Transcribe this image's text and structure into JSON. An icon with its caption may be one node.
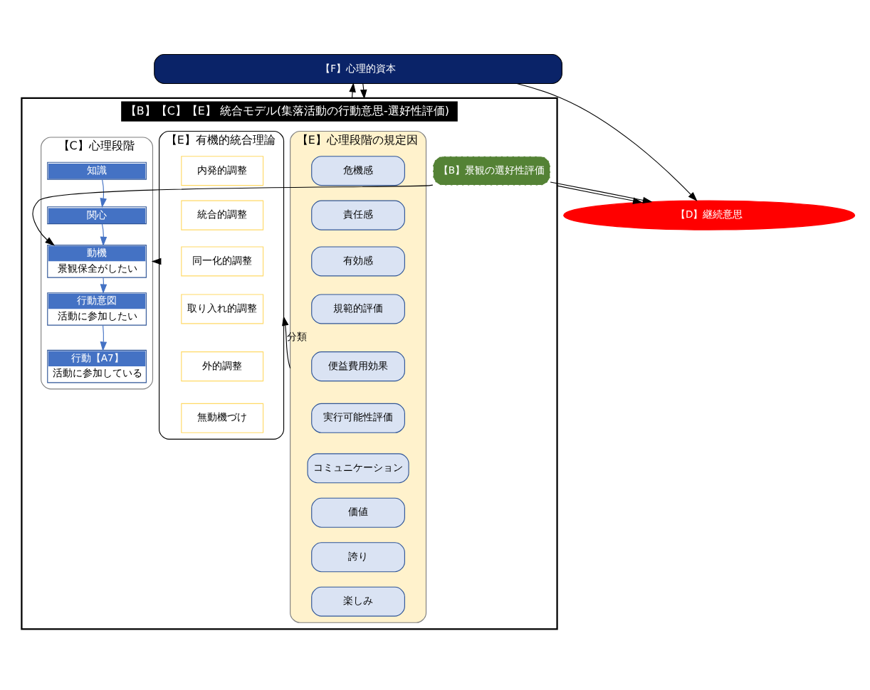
{
  "diagram": {
    "nodes": [
      {
        "text": [
          "【F】心理的資本"
        ]
      },
      {
        "text": [
          "【B】【C】【E】 統合モデル(集落活動の行動意思-選好性評価)"
        ]
      },
      {
        "text": [
          "【E】心理段階の規定因"
        ],
        "in": 1
      },
      {
        "text": [
          "危機感"
        ],
        "in": 2
      },
      {
        "text": [
          "責任感"
        ],
        "in": 2
      },
      {
        "text": [
          "有効感"
        ],
        "in": 2
      },
      {
        "text": [
          "規範的評価"
        ],
        "in": 2
      },
      {
        "text": [
          "便益費用効果"
        ],
        "in": 2
      },
      {
        "text": [
          "実行可能性評価"
        ],
        "in": 2
      },
      {
        "text": [
          "コミュニケーション"
        ],
        "in": 2
      },
      {
        "text": [
          "価値"
        ],
        "in": 2
      },
      {
        "text": [
          "誇り"
        ],
        "in": 2
      },
      {
        "text": [
          "楽しみ"
        ],
        "in": 2
      },
      {
        "text": [
          "【E】有機的統合理論"
        ],
        "in": 1
      },
      {
        "text": [
          "内発的調整"
        ],
        "in": 13
      },
      {
        "text": [
          "統合的調整"
        ],
        "in": 13
      },
      {
        "text": [
          "同一化的調整"
        ],
        "in": 13
      },
      {
        "text": [
          "取り入れ的調整"
        ],
        "in": 13
      },
      {
        "text": [
          "外的調整"
        ],
        "in": 13
      },
      {
        "text": [
          "無動機づけ"
        ],
        "in": 13
      },
      {
        "text": [
          "【C】心理段階"
        ],
        "in": 1
      },
      {
        "text": [
          "知識"
        ],
        "in": 20
      },
      {
        "text": [
          "関心"
        ],
        "in": 20
      },
      {
        "text": [
          "動機",
          "景観保全がしたい"
        ],
        "in": 20
      },
      {
        "text": [
          "行動意図",
          "活動に参加したい"
        ],
        "in": 20
      },
      {
        "text": [
          "行動【A7】",
          "活動に参加している"
        ],
        "in": 20
      },
      {
        "text": [
          "【B】景観の選好性評価"
        ],
        "in": 1
      },
      {
        "text": [
          "【D】継続意思"
        ]
      }
    ],
    "edges": [
      {
        "from": 1,
        "to": 0,
        "arrow": "to"
      },
      {
        "from": 0,
        "to": 1,
        "arrow": "to"
      },
      {
        "from": 2,
        "to": 13,
        "arrow": "to",
        "label": "分類"
      },
      {
        "from": 13,
        "to": 20,
        "arrow": "to"
      },
      {
        "from": 21,
        "to": 22,
        "arrow": "to",
        "color": "#4472c4"
      },
      {
        "from": 22,
        "to": 23,
        "arrow": "to",
        "color": "#4472c4"
      },
      {
        "from": 23,
        "to": 24,
        "arrow": "to",
        "color": "#4472c4"
      },
      {
        "from": 24,
        "to": 25,
        "arrow": "to",
        "color": "#4472c4"
      },
      {
        "from": 26,
        "to": 23,
        "arrow": "to"
      },
      {
        "from": 1,
        "to": 27,
        "arrow": "to"
      },
      {
        "from": 0,
        "to": 27,
        "arrow": "to"
      },
      {
        "from": 26,
        "to": 27,
        "arrow": "to"
      }
    ]
  }
}
